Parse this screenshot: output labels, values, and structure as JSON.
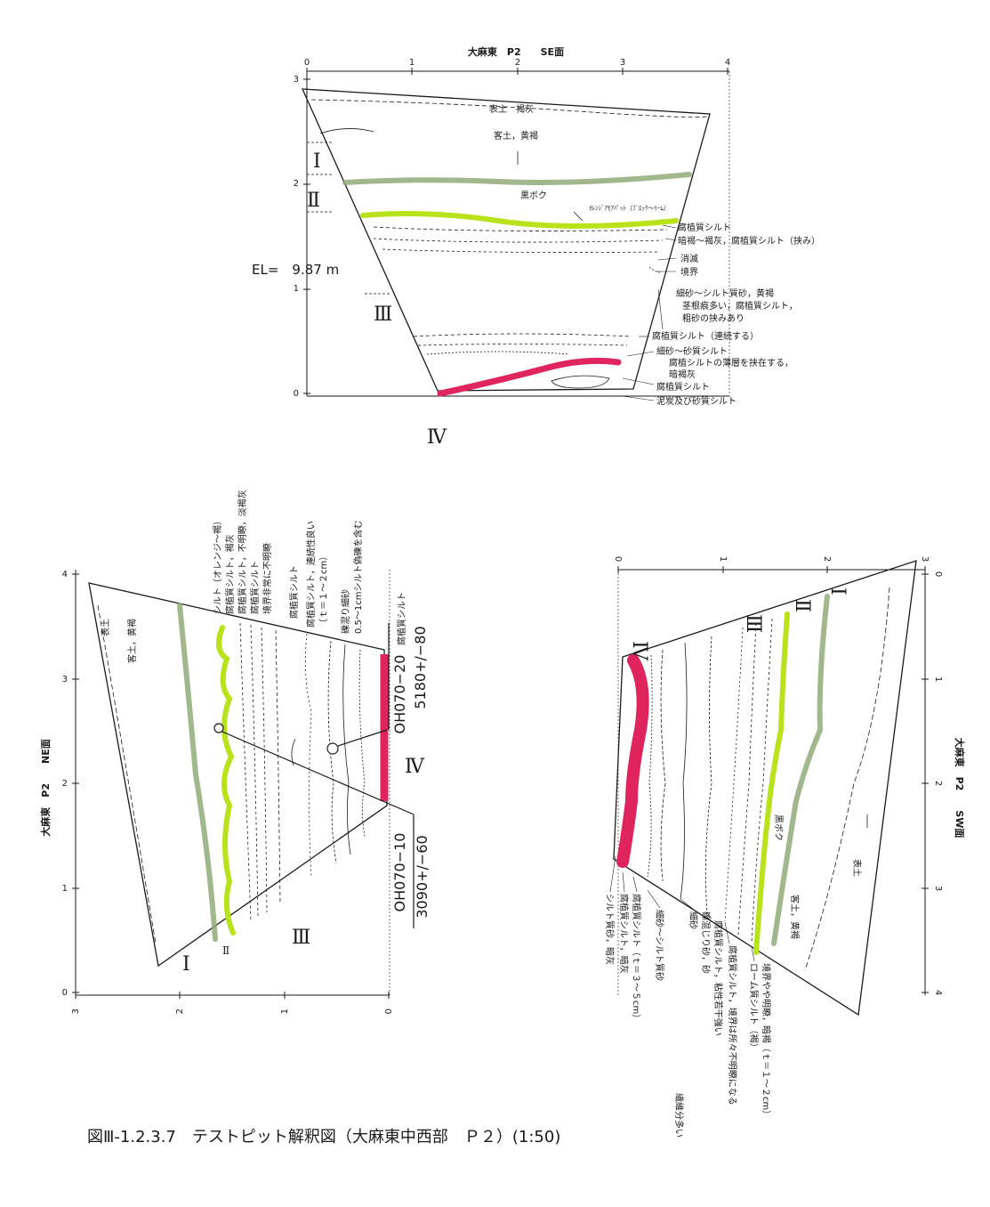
{
  "figure": {
    "caption": "図Ⅲ-1.2.3.7　テストピット解釈図（大麻東中西部　Ｐ２）(1:50)",
    "colors": {
      "pink_layer": "#e0245e",
      "lime_layer": "#b8e31b",
      "sage_layer": "#8fac78",
      "line": "#1a1a1a"
    }
  },
  "se_face": {
    "title": "大麻東　P2　　SE面",
    "x_ticks": [
      "0",
      "1",
      "2",
      "3",
      "4"
    ],
    "y_ticks": [
      "0",
      "1",
      "2",
      "3"
    ],
    "elevation": "EL=　9.87 m",
    "numerals": [
      "Ⅰ",
      "Ⅱ",
      "Ⅲ",
      "Ⅳ"
    ],
    "inner_labels": {
      "topsoil": "表土　褐灰",
      "fill": "客土，黄褐",
      "kuroboku": "黒ボク",
      "volcanic": "ｵﾚﾝｼﾞｱﾓｱﾊﾟｯﾄ（ﾌﾞﾛｯｸ〜ﾘｰﾑ）"
    },
    "side_labels": [
      "腐植質シルト",
      "暗褐〜褐灰，腐植質シルト（挟み）",
      "消滅",
      "境界",
      "細砂〜シルト質砂，黄褐",
      "茎根痕多い，腐植質シルト，",
      "粗砂の挟みあり",
      "腐植質シルト（連続する）",
      "細砂〜砂質シルト",
      "腐植シルトの薄層を挟在する，",
      "暗褐灰",
      "腐植質シルト",
      "泥炭及び砂質シルト"
    ]
  },
  "ne_face": {
    "title": "大麻東　P2　　NE面",
    "x_ticks": [
      "3",
      "2",
      "1",
      "0"
    ],
    "y_ticks": [
      "0",
      "1",
      "2",
      "3",
      "4"
    ],
    "numerals": [
      "Ⅰ",
      "Ⅱ",
      "Ⅲ",
      "Ⅳ"
    ],
    "inner_labels": {
      "topsoil": "表土",
      "fill": "客土，黄褐"
    },
    "top_labels": [
      "シルト（オレンジ〜褐）",
      "腐植質シルト，褐灰",
      "腐植質シルト，不明瞭，淡褐灰",
      "腐植質シルト",
      "境界非常に不明瞭",
      "腐植質シルト",
      "腐植質シルト，連続性良い",
      "（ｔ＝１〜２cm）",
      "礫混り細砂",
      "0.5〜1cmシルト偽礫を含む",
      "腐植質シルト"
    ],
    "samples": [
      {
        "id": "OH070−20",
        "age": "5180+/−80"
      },
      {
        "id": "OH070−10",
        "age": "3090+/−60"
      }
    ]
  },
  "sw_face": {
    "title": "大麻東　P2　　SW面",
    "x_ticks": [
      "0",
      "1",
      "2",
      "3"
    ],
    "y_ticks": [
      "0",
      "1",
      "2",
      "3",
      "4"
    ],
    "numerals": [
      "Ⅰ",
      "Ⅱ",
      "Ⅲ",
      "Ⅳ"
    ],
    "inner_labels": {
      "kuroboku": "黒ボク",
      "fill": "客土，黄褐",
      "topsoil": "表土"
    },
    "bottom_labels": [
      "シルト質砂，暗灰",
      "腐植質シルト，暗灰",
      "腐植質シルト（ｔ＝３〜５cm）",
      "細砂〜シルト質砂",
      "細砂",
      "礫混じり砂，砂",
      "腐植質シルト，粘性若干強い",
      "腐植質シルト，境界は所々不明瞭になる",
      "ローム質シルト（褐）",
      "境界やや明瞭，暗褐（ｔ＝１〜２cm）",
      "繊維分多い"
    ]
  }
}
